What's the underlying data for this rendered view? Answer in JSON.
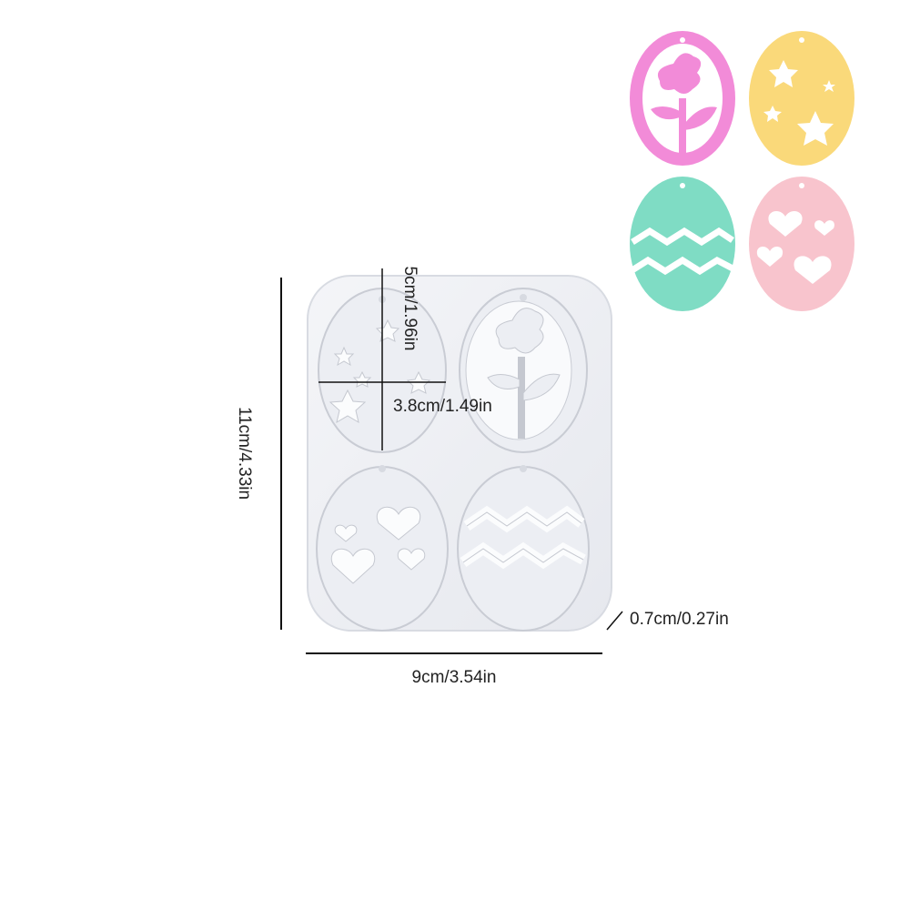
{
  "dimensions": {
    "height": "11cm/4.33in",
    "width": "9cm/3.54in",
    "thickness": "0.7cm/0.27in",
    "cavity_height": "5cm/1.96in",
    "cavity_width": "3.8cm/1.49in"
  },
  "mold": {
    "cavities": [
      "stars",
      "flower",
      "hearts",
      "zigzag"
    ]
  },
  "samples": [
    {
      "design": "flower",
      "color": "#f28bd8"
    },
    {
      "design": "stars",
      "color": "#fad97a"
    },
    {
      "design": "zigzag",
      "color": "#7fdcc4"
    },
    {
      "design": "hearts",
      "color": "#f8c4cd"
    }
  ]
}
